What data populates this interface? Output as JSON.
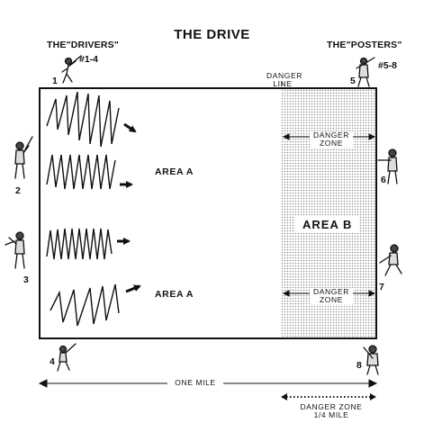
{
  "title": "THE DRIVE",
  "drivers_label": "THE\"DRIVERS\"",
  "drivers_numbers": "#1-4",
  "posters_label": "THE\"POSTERS\"",
  "posters_numbers": "#5-8",
  "danger_line_label": "DANGER\nLINE",
  "danger_zone_label": "DANGER\nZONE",
  "area_a_label": "AREA A",
  "area_b_label": "AREA B",
  "one_mile_label": "ONE MILE",
  "danger_zone_bottom_label": "DANGER ZONE\n1/4 MILE",
  "positions": [
    "1",
    "2",
    "3",
    "4",
    "5",
    "6",
    "7",
    "8"
  ]
}
